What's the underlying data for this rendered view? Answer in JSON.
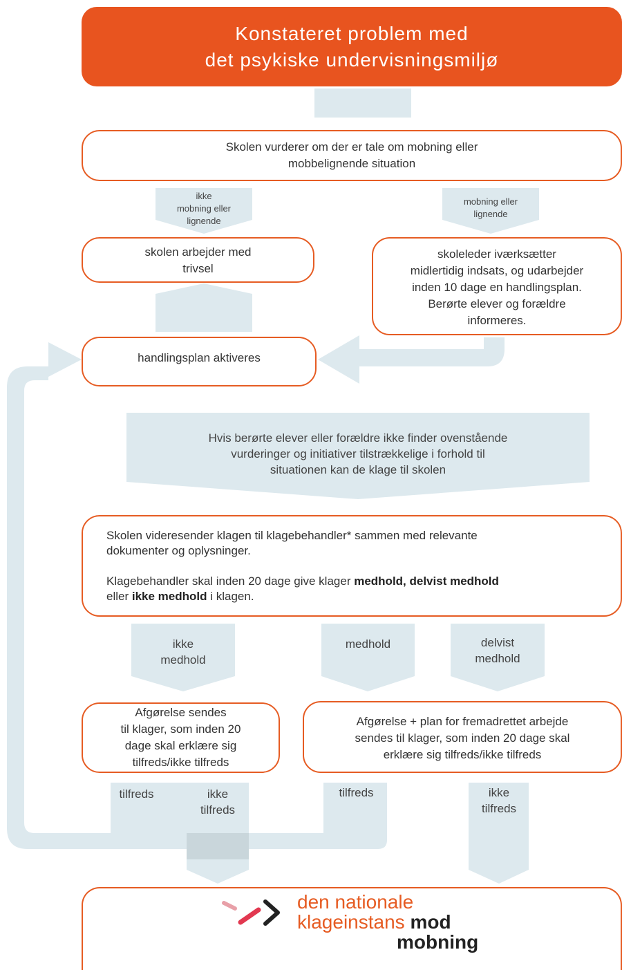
{
  "header": {
    "line1": "Konstateret problem med",
    "line2": "det psykiske undervisningsmiljø"
  },
  "boxes": {
    "vurderer": [
      "Skolen vurderer om der er tale om mobning eller",
      "mobbelignende situation"
    ],
    "trivsel": [
      "skolen arbejder med",
      "trivsel"
    ],
    "skoleleder": [
      "skoleleder iværksætter",
      "midlertidig indsats, og udarbejder",
      "inden 10 dage en handlingsplan.",
      "Berørte elever og forældre",
      "informeres."
    ],
    "handlingsplan": "handlingsplan aktiveres",
    "klage_p1": [
      "Skolen videresender klagen til klagebehandler* sammen med relevante",
      "dokumenter og oplysninger."
    ],
    "klage_p2": {
      "pre": "Klagebehandler  skal inden 20 dage give klager ",
      "b1": "medhold, delvist medhold",
      "mid": "eller ",
      "b2": "ikke medhold",
      "post": "  i klagen."
    },
    "afgorelse_left": [
      "Afgørelse sendes",
      "til klager, som inden 20",
      "dage skal erklære sig",
      "tilfreds/ikke tilfreds"
    ],
    "afgorelse_right": [
      "Afgørelse + plan for fremadrettet arbejde",
      "sendes til klager, som inden 20 dage skal",
      "erklære sig tilfreds/ikke tilfreds"
    ]
  },
  "labels": {
    "ikke_mobning": [
      "ikke",
      "mobning eller",
      "lignende"
    ],
    "mobning": [
      "mobning eller",
      "lignende"
    ],
    "hvis": [
      "Hvis berørte elever eller forældre ikke finder ovenstående",
      "vurderinger og initiativer tilstrækkelige i forhold til",
      "situationen kan de klage til skolen"
    ],
    "ikke_medhold": [
      "ikke",
      "medhold"
    ],
    "medhold": "medhold",
    "delvist_medhold": [
      "delvist",
      "medhold"
    ],
    "tilfreds_1": "tilfreds",
    "ikke_tilfreds_1": [
      "ikke",
      "tilfreds"
    ],
    "tilfreds_2": "tilfreds",
    "ikke_tilfreds_2": [
      "ikke",
      "tilfreds"
    ]
  },
  "logo": {
    "line1": "den nationale",
    "line2_light": "klageinstans ",
    "line2_bold": "mod",
    "line3_bold": "mobning"
  },
  "colors": {
    "orange": "#e65c23",
    "header": "#e8541f",
    "arrow": "#dde9ee",
    "arrow_dark": "#c9d6db"
  }
}
